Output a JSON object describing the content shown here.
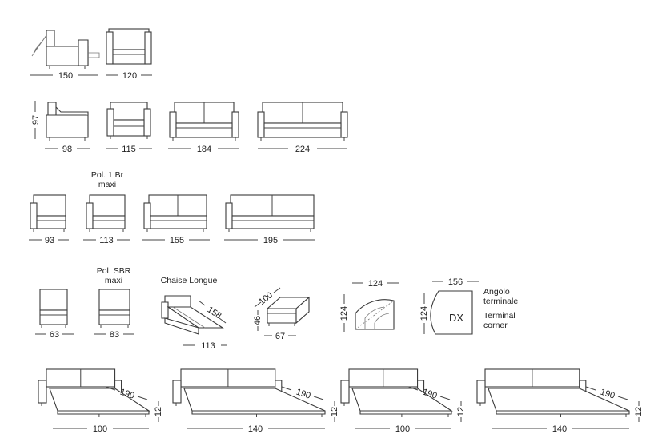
{
  "rows": {
    "row1": {
      "recliner_width": "150",
      "armchair_width": "120"
    },
    "row2": {
      "height": "97",
      "widths": [
        "98",
        "115",
        "184",
        "224"
      ]
    },
    "row3": {
      "variant_label": "Pol. 1 Br\nmaxi",
      "widths": [
        "93",
        "113",
        "155",
        "195"
      ]
    },
    "row4": {
      "variant_label": "Pol. SBR\nmaxi",
      "chaise_label": "Chaise Longue",
      "widths": [
        "63",
        "83"
      ],
      "chaise_depth": "158",
      "chaise_width": "113",
      "ottoman_depth": "100",
      "ottoman_height": "46",
      "ottoman_width": "67",
      "corner_width": "124",
      "corner_depth": "124",
      "terminal_width": "156",
      "terminal_depth": "124",
      "terminal_badge": "DX",
      "terminal_label_it": "Angolo\nterminale",
      "terminal_label_en": "Terminal\ncorner"
    },
    "row5": {
      "bed_length": "190",
      "bed_height": "12",
      "bed_widths": [
        "100",
        "140",
        "100",
        "140"
      ]
    }
  }
}
